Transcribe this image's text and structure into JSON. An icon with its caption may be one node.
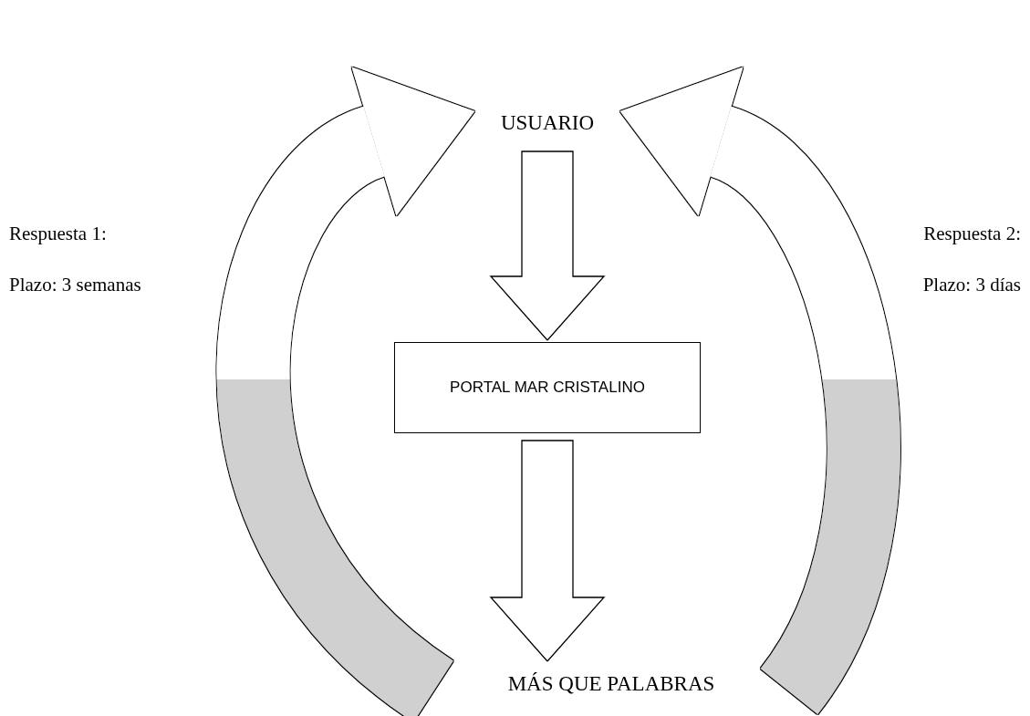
{
  "diagram": {
    "nodes": [
      {
        "text": [
          "USUARIO"
        ]
      },
      {
        "text": [
          "PORTAL MAR CRISTALINO"
        ]
      },
      {
        "text": [
          "MÁS QUE PALABRAS"
        ]
      }
    ],
    "edges": [
      {
        "from": 0,
        "to": 1,
        "arrow": "to"
      },
      {
        "from": 1,
        "to": 2,
        "arrow": "to"
      },
      {
        "from": 2,
        "to": 0,
        "arrow": "to"
      },
      {
        "from": 2,
        "to": 0,
        "arrow": "to"
      }
    ],
    "labels": [
      "Respuesta 1:",
      "Plazo: 3 semanas",
      "Respuesta 2:",
      "Plazo: 3 días"
    ]
  }
}
